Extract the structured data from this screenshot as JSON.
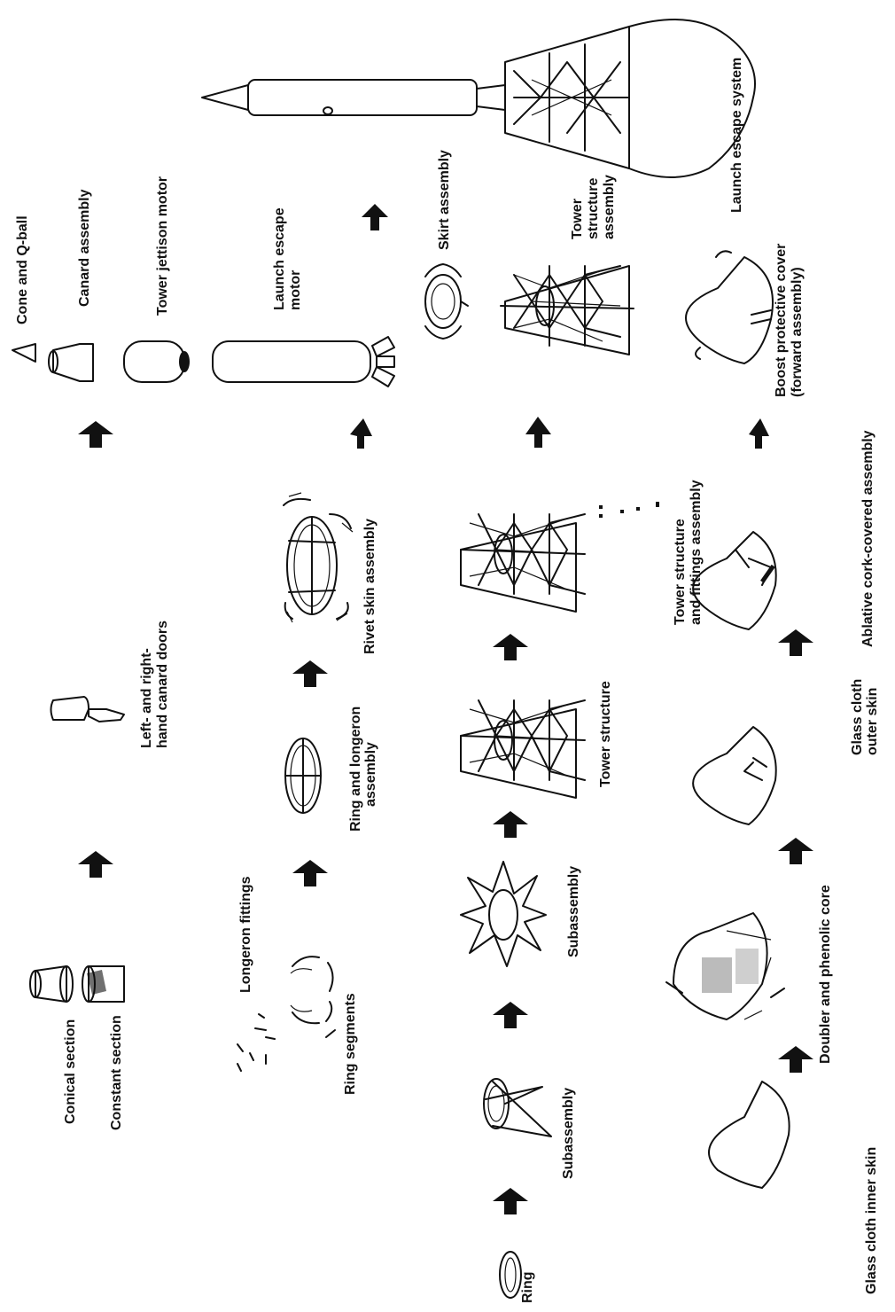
{
  "labels": {
    "ring": "Ring",
    "subassembly_1": "Subassembly",
    "subassembly_2": "Subassembly",
    "tower_structure": "Tower structure",
    "tower_fittings": "Tower structure\nand fittings assembly",
    "tower_structure_assembly": "Tower\nstructure\nassembly",
    "ring_segments": "Ring segments",
    "longeron_fittings": "Longeron fittings",
    "ring_longeron": "Ring and longeron\nassembly",
    "rivet_skin": "Rivet skin assembly",
    "skirt": "Skirt assembly",
    "glass_inner": "Glass cloth inner skin",
    "doubler": "Doubler and phenolic core",
    "glass_outer": "Glass cloth\nouter skin",
    "ablative": "Ablative cork-covered assembly",
    "boost_cover": "Boost protective cover\n(forward assembly)",
    "conical": "Conical section",
    "constant": "Constant section",
    "canard_doors": "Left- and right-\nhand canard doors",
    "cone_qball": "Cone and Q-ball",
    "canard_assembly": "Canard assembly",
    "tower_jettison": "Tower jettison motor",
    "launch_escape_motor": "Launch escape\nmotor",
    "launch_escape_system": "Launch escape system"
  }
}
